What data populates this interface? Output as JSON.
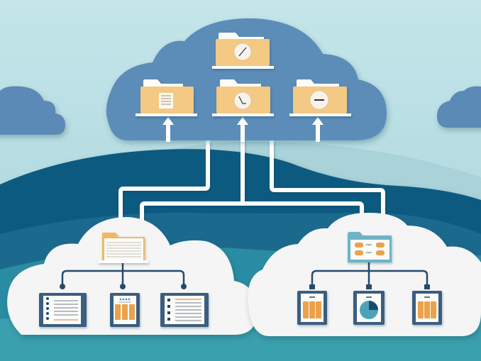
{
  "illustration": {
    "subject": "cloud-storage-file-hierarchy",
    "colors": {
      "sky_top": "#bfe3e8",
      "sky_bottom": "#a8d4dc",
      "top_cloud": "#5b8db8",
      "side_cloud": "#5a8ab5",
      "hill_dark": "#0f5a80",
      "hill_mid": "#1f7092",
      "hill_teal": "#2b8fa3",
      "hill_light": "#3aa3b0",
      "white_cloud": "#f4f5f4",
      "folder": "#f3c983",
      "folder_tab": "#fbfbf8",
      "connector_light": "#ffffff",
      "connector_dark": "#274a6b",
      "doc_frame": "#3a5d80",
      "accent_orange": "#eba24c",
      "pie_teal": "#4fa3b8",
      "pie_navy": "#1f4a6c",
      "data_folder": "#6db4c6"
    },
    "top_cloud_folders": [
      {
        "id": "top",
        "badge": "clock-badge"
      },
      {
        "id": "left",
        "badge": "document-badge"
      },
      {
        "id": "center",
        "badge": "clock-badge"
      },
      {
        "id": "right",
        "badge": "minus-badge"
      }
    ],
    "left_cloud_documents": [
      "checklist-document",
      "bar-chart-document",
      "list-document"
    ],
    "right_cloud_documents": [
      "bar-chart-document",
      "pie-chart-document",
      "bar-chart-document"
    ]
  }
}
